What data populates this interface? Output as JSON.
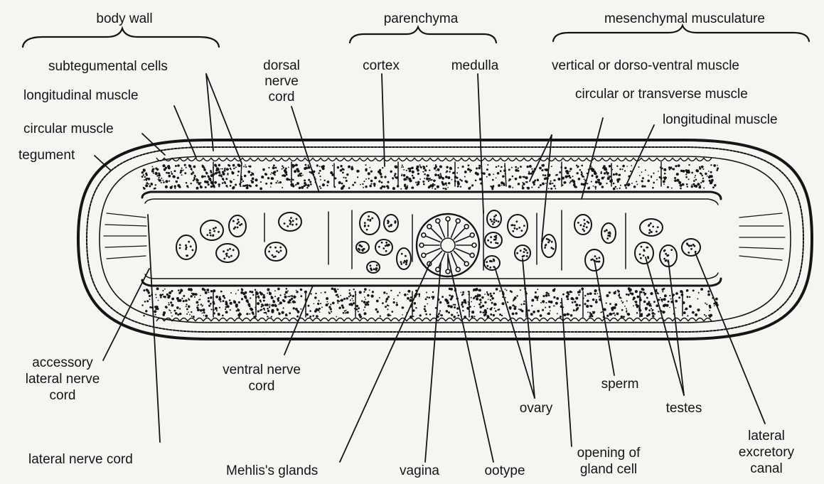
{
  "labels": {
    "body_wall": "body wall",
    "parenchyma": "parenchyma",
    "mesenchymal_musculature": "mesenchymal musculature",
    "subtegumental_cells": "subtegumental cells",
    "longitudinal_muscle_left": "longitudinal muscle",
    "circular_muscle": "circular muscle",
    "tegument": "tegument",
    "dorsal_nerve_cord": [
      "dorsal",
      "nerve",
      "cord"
    ],
    "cortex": "cortex",
    "medulla": "medulla",
    "vertical_muscle": "vertical or dorso-ventral muscle",
    "circular_transverse_muscle": "circular or transverse muscle",
    "longitudinal_muscle_right": "longitudinal muscle",
    "accessory_lateral_nerve_cord": [
      "accessory",
      "lateral nerve",
      "cord"
    ],
    "ventral_nerve_cord": [
      "ventral nerve",
      "cord"
    ],
    "lateral_nerve_cord": "lateral nerve cord",
    "mehlis_glands": "Mehlis's glands",
    "vagina": "vagina",
    "ootype": "ootype",
    "ovary": "ovary",
    "opening_of_gland_cell": [
      "opening of",
      "gland cell"
    ],
    "sperm": "sperm",
    "testes": "testes",
    "lateral_excretory_canal": [
      "lateral",
      "excretory",
      "canal"
    ]
  },
  "colors": {
    "ink": "#151515",
    "paper": "#f6f5f2"
  }
}
